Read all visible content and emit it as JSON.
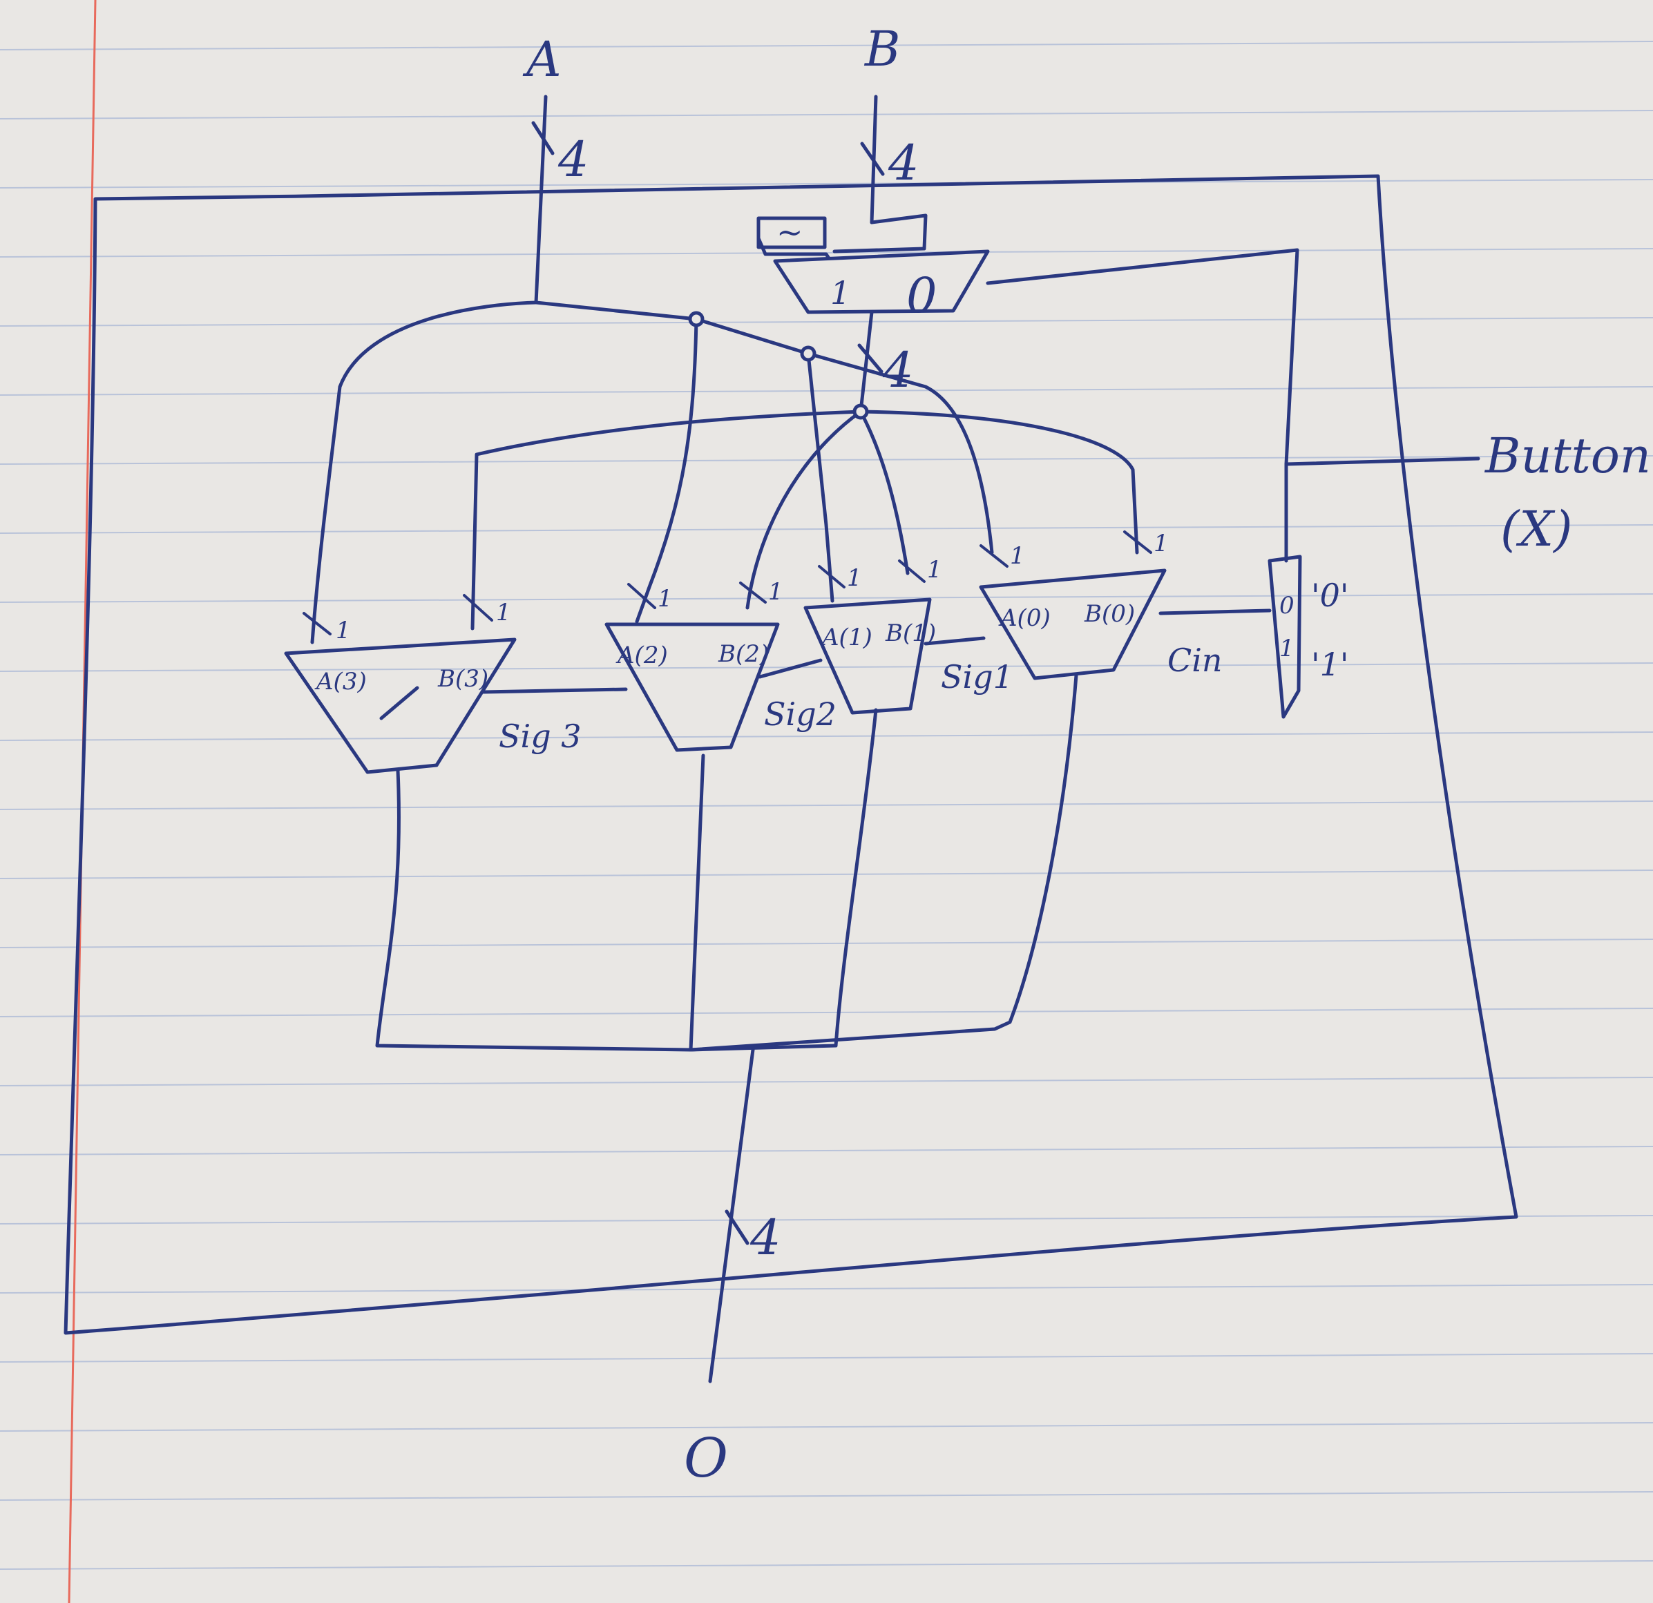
{
  "inputs": {
    "a_label": "A",
    "b_label": "B",
    "output_label": "O",
    "bus_width": "4",
    "button_label": "Button",
    "button_signal": "(X)"
  },
  "b_mux": {
    "in1": "1",
    "in0": "0",
    "inverter": "~"
  },
  "adders": [
    {
      "a_port": "A(3)",
      "b_port": "B(3)",
      "carry_label": "Sig 3"
    },
    {
      "a_port": "A(2)",
      "b_port": "B(2)",
      "carry_label": "Sig2"
    },
    {
      "a_port": "A(1)",
      "b_port": "B(1)",
      "carry_label": "Sig1"
    },
    {
      "a_port": "A(0)",
      "b_port": "B(0)",
      "carry_label": "Cin"
    }
  ],
  "bit_width": "1",
  "cin_mux": {
    "in0": "0",
    "in1": "1",
    "const0": "'0'",
    "const1": "'1'"
  }
}
